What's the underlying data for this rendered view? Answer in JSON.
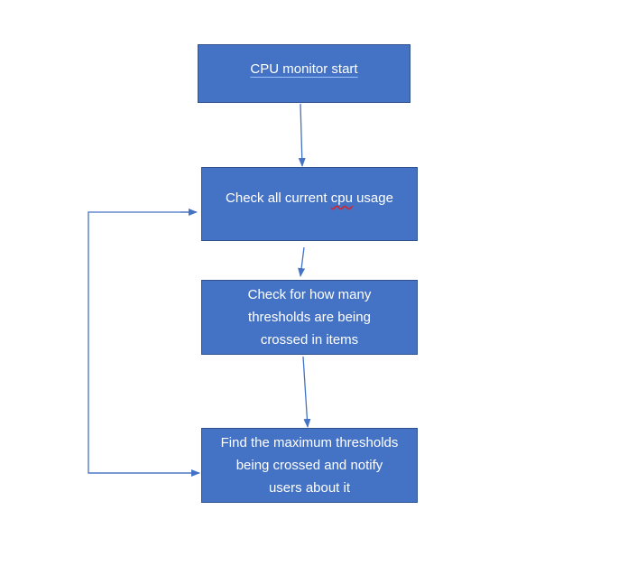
{
  "diagram": {
    "nodes": [
      {
        "id": "n1",
        "label": "CPU  monitor start"
      },
      {
        "id": "n2",
        "label_before": "Check all current ",
        "label_flagged": "cpu",
        "label_after": " usage"
      },
      {
        "id": "n3",
        "label": "Check for how many thresholds are being crossed in items"
      },
      {
        "id": "n4",
        "label": "Find the maximum thresholds being crossed and notify users about it"
      }
    ],
    "edges": [
      {
        "from": "n1",
        "to": "n2"
      },
      {
        "from": "n2",
        "to": "n3"
      },
      {
        "from": "n3",
        "to": "n4"
      },
      {
        "from": "n4",
        "to": "n2",
        "kind": "loop-back"
      }
    ],
    "colors": {
      "node_fill": "#4472c4",
      "node_border": "#2f528f",
      "node_text": "#ffffff",
      "edge": "#4472c4",
      "spellcheck_underline": "#e02020"
    }
  }
}
